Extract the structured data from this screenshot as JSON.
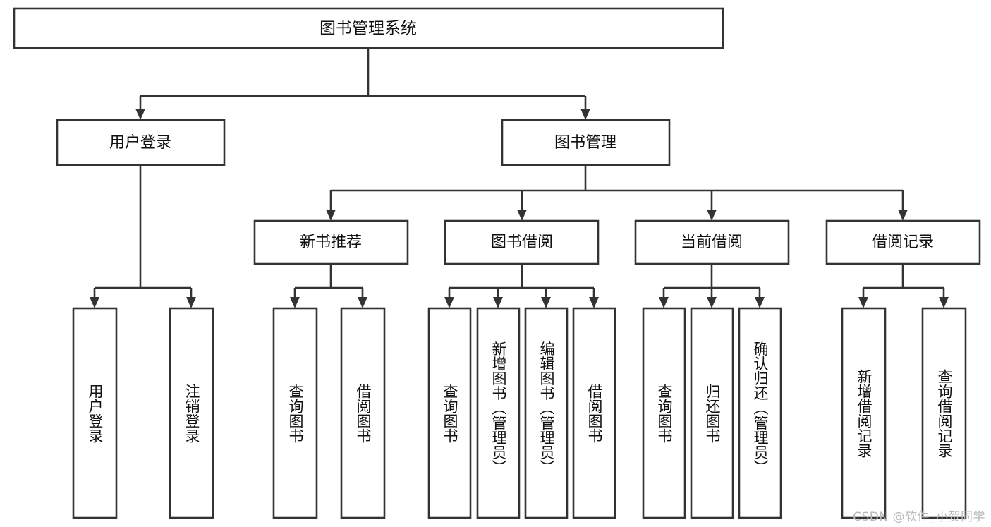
{
  "diagram": {
    "title": "图书管理系统",
    "type": "tree",
    "watermark": "CSDN @软件_小贺同学",
    "colors": {
      "stroke": "#333333",
      "fill": "#ffffff",
      "text": "#111111",
      "watermark": "#b9b9b9",
      "background": "#ffffff"
    },
    "levels": {
      "root": {
        "label": "图书管理系统"
      },
      "level2": [
        {
          "id": "user-login",
          "label": "用户登录"
        },
        {
          "id": "book-management",
          "label": "图书管理"
        }
      ],
      "level3": [
        {
          "id": "new-book-recommend",
          "label": "新书推荐",
          "parent": "book-management"
        },
        {
          "id": "book-borrow",
          "label": "图书借阅",
          "parent": "book-management"
        },
        {
          "id": "current-borrow",
          "label": "当前借阅",
          "parent": "book-management"
        },
        {
          "id": "borrow-record",
          "label": "借阅记录",
          "parent": "book-management"
        }
      ],
      "leaves": [
        {
          "id": "leaf-user-login",
          "label": "用户登录",
          "parent": "user-login"
        },
        {
          "id": "leaf-logout-login",
          "label": "注销登录",
          "parent": "user-login"
        },
        {
          "id": "leaf-query-book-1",
          "label": "查询图书",
          "parent": "new-book-recommend"
        },
        {
          "id": "leaf-borrow-book-1",
          "label": "借阅图书",
          "parent": "new-book-recommend"
        },
        {
          "id": "leaf-query-book-2",
          "label": "查询图书",
          "parent": "book-borrow"
        },
        {
          "id": "leaf-add-book",
          "label": "新增图书（管理员）",
          "parent": "book-borrow"
        },
        {
          "id": "leaf-edit-book",
          "label": "编辑图书（管理员）",
          "parent": "book-borrow"
        },
        {
          "id": "leaf-borrow-book-2",
          "label": "借阅图书",
          "parent": "book-borrow"
        },
        {
          "id": "leaf-query-book-3",
          "label": "查询图书",
          "parent": "current-borrow"
        },
        {
          "id": "leaf-return-book",
          "label": "归还图书",
          "parent": "current-borrow"
        },
        {
          "id": "leaf-confirm-return",
          "label": "确认归还（管理员）",
          "parent": "current-borrow"
        },
        {
          "id": "leaf-add-record",
          "label": "新增借阅记录",
          "parent": "borrow-record"
        },
        {
          "id": "leaf-query-record",
          "label": "查询借阅记录",
          "parent": "borrow-record"
        }
      ]
    }
  }
}
